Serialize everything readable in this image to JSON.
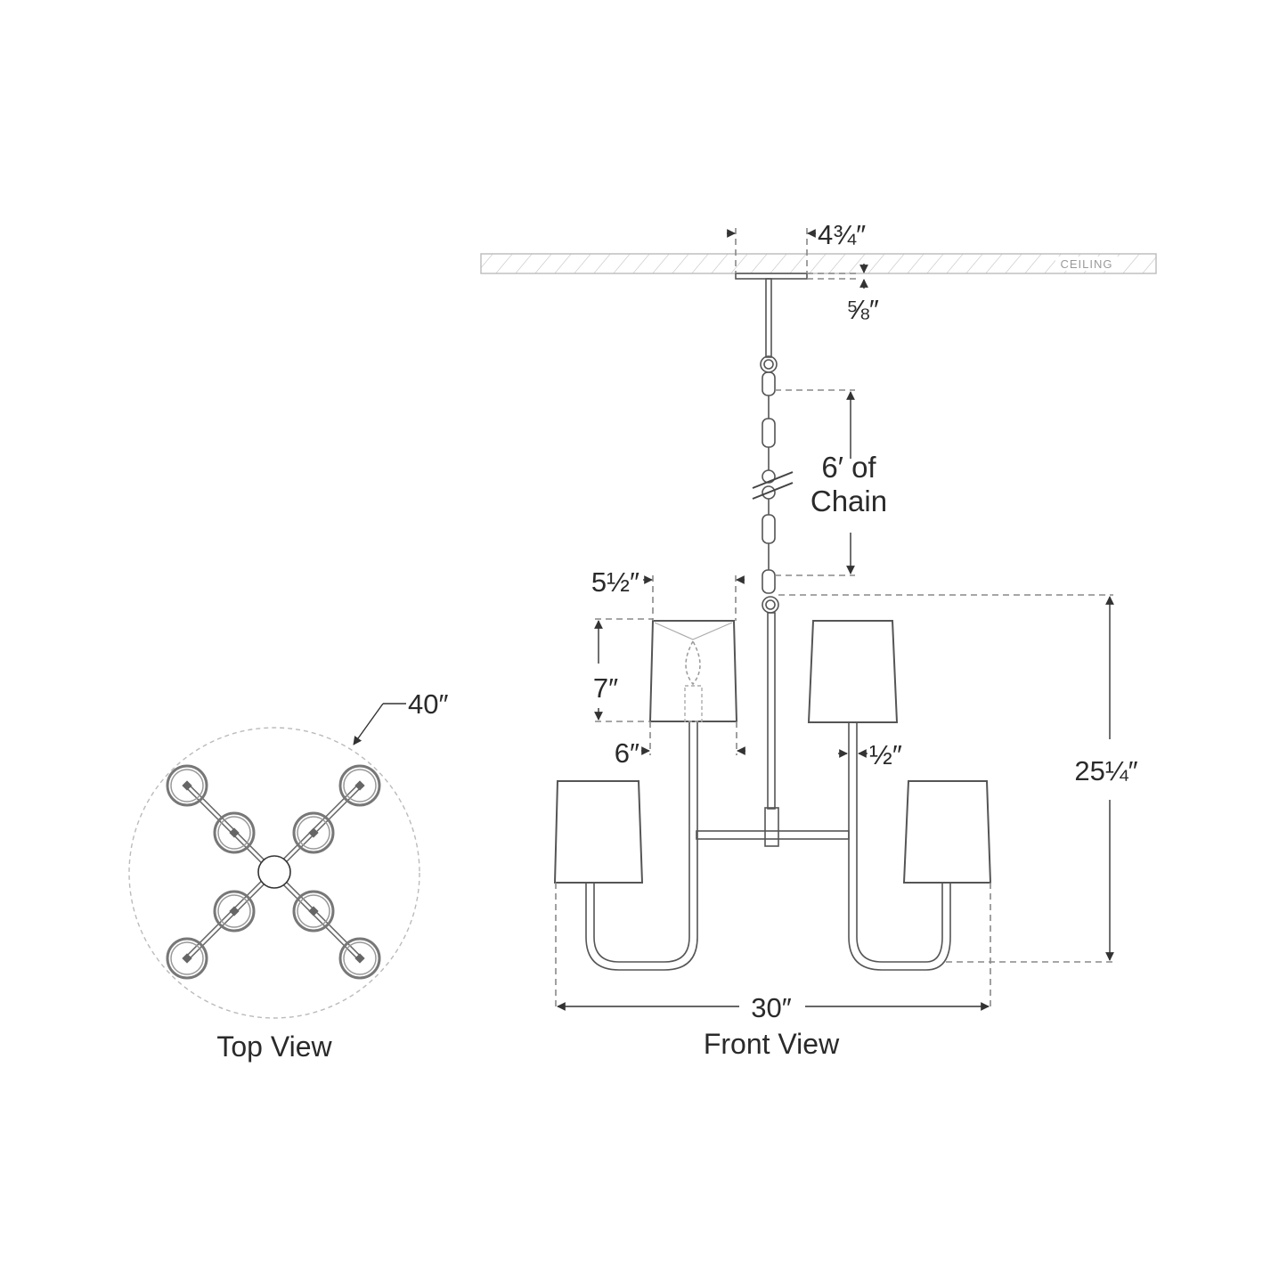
{
  "labels": {
    "canopy_width": "4¾″",
    "canopy_height": "⅝″",
    "chain_line1": "6′ of",
    "chain_line2": "Chain",
    "shade_top": "5½″",
    "shade_height": "7″",
    "shade_bottom": "6″",
    "arm_width": "½″",
    "overall_height": "25¼″",
    "overall_width": "30″",
    "top_diameter": "40″",
    "ceiling": "CEILING"
  },
  "views": {
    "front": "Front View",
    "top": "Top View"
  },
  "colors": {
    "line": "#555555",
    "dash": "#888888",
    "text": "#2a2a2a"
  }
}
